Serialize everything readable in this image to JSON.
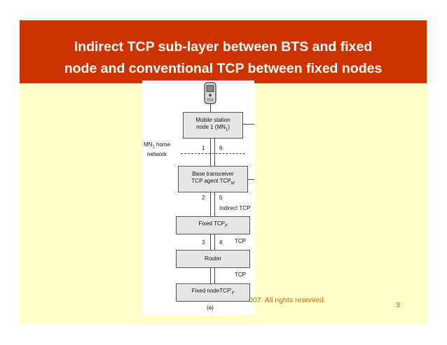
{
  "slide": {
    "title_line1": "Indirect TCP sub-layer between BTS and fixed",
    "title_line2": "node and conventional TCP between fixed nodes",
    "footer_text": "007. All rights reserved.",
    "page_number": "3",
    "colors": {
      "title_bg": "#cc3300",
      "slide_bg": "#ffffcc",
      "footer": "#cc6600"
    }
  },
  "diagram": {
    "mobile_station_line1": "Mobile station",
    "mobile_station_line2": "node 1 (MN",
    "mobile_station_sub": "1",
    "mobile_station_close": ")",
    "home_network_line1": "MN",
    "home_network_sub": "1",
    "home_network_line1_rest": " home",
    "home_network_line2": "network",
    "link_1": "1",
    "link_6": "6",
    "bts_line1": "Base transceiver",
    "bts_line2": "TCP agent TCP",
    "bts_sub": "M",
    "link_2": "2",
    "link_5": "5",
    "indirect_tcp": "Indirect TCP",
    "fixed_tcp": "Fixed TCP",
    "fixed_tcp_sub": "F",
    "link_3": "3",
    "link_4": "4",
    "tcp_label_1": "TCP",
    "router": "Router",
    "tcp_label_2": "TCP",
    "fixed_node": "Fixed nodeTCP'",
    "fixed_node_sub": "F",
    "caption": "(a)"
  }
}
